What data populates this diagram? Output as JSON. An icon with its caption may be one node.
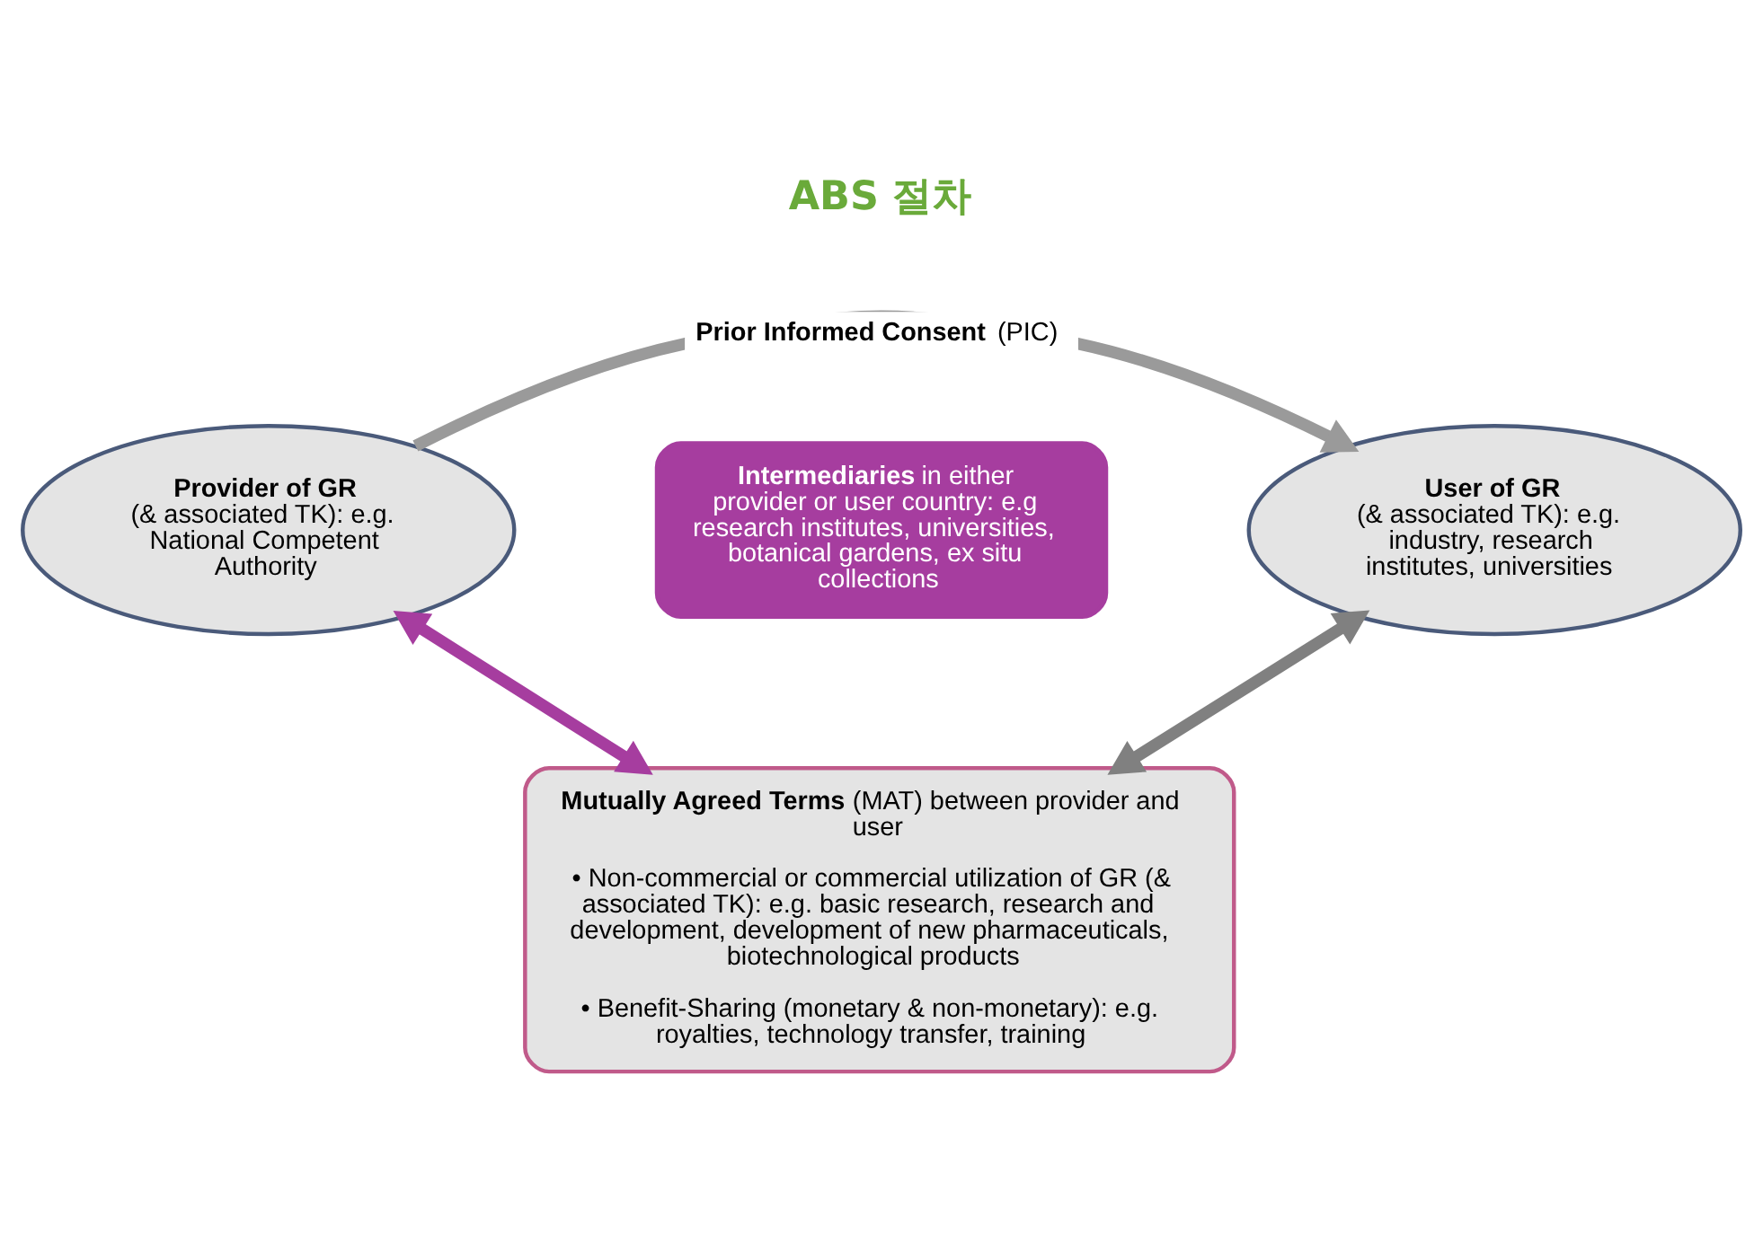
{
  "diagram": {
    "title": "ABS 절차",
    "nodes": [
      {
        "text": [
          "Provider of GR",
          "(& associated TK): e.g. National Competent Authority"
        ]
      },
      {
        "text": [
          "**Intermediaries** in either provider or user country: e.g research institutes, universities, botanical gardens, ex situ collections"
        ]
      },
      {
        "text": [
          "User of GR",
          "(& associated TK): e.g. industry, research institutes, universities"
        ]
      },
      {
        "text": [
          "**Mutually Agreed Terms** (MAT) between provider and user",
          "• Non-commercial or commercial utilization of GR (& associated TK): e.g. basic research, research and development, development of new pharmaceuticals, biotechnological products",
          "• Benefit-Sharing (monetary & non-monetary): e.g. royalties, technology transfer, training"
        ]
      }
    ],
    "edges": [
      {
        "from": 0,
        "to": 2,
        "arrow": "to",
        "label": "**Prior Informed Consent** (PIC)",
        "color": "#9a9a9a"
      },
      {
        "from": 0,
        "to": 3,
        "arrow": "both",
        "color": "#a63d9f"
      },
      {
        "from": 2,
        "to": 3,
        "arrow": "both",
        "color": "#808080"
      }
    ]
  }
}
